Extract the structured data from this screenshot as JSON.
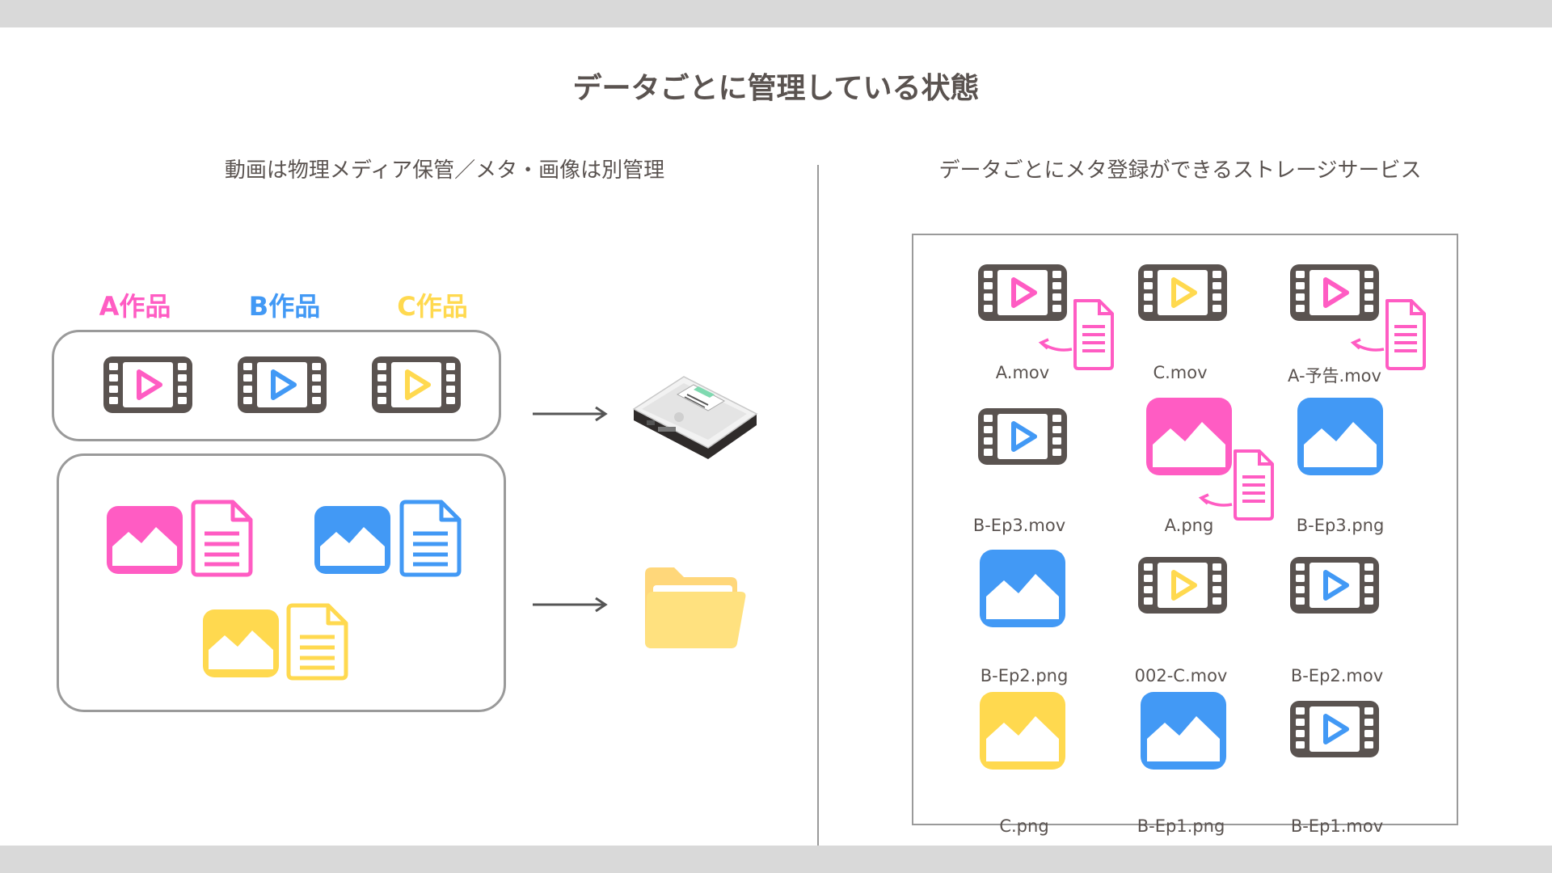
{
  "title": "データごとに管理している状態",
  "left": {
    "subtitle": "動画は物理メディア保管／メタ・画像は別管理",
    "works": [
      {
        "label": "A作品",
        "color": "#ff5cc3"
      },
      {
        "label": "B作品",
        "color": "#4299f5"
      },
      {
        "label": "C作品",
        "color": "#ffd94f"
      }
    ],
    "destinations": [
      {
        "icon": "hard-disk-icon"
      },
      {
        "icon": "folder-icon"
      }
    ]
  },
  "right": {
    "subtitle": "データごとにメタ登録ができるストレージサービス",
    "files": [
      {
        "name": "A.mov",
        "type": "video",
        "color": "#ff5cc3",
        "meta": true
      },
      {
        "name": "C.mov",
        "type": "video",
        "color": "#ffd94f",
        "meta": false
      },
      {
        "name": "A-予告.mov",
        "type": "video",
        "color": "#ff5cc3",
        "meta": true
      },
      {
        "name": "B-Ep3.mov",
        "type": "video",
        "color": "#4299f5",
        "meta": false
      },
      {
        "name": "A.png",
        "type": "image",
        "color": "#ff5cc3",
        "meta": true
      },
      {
        "name": "B-Ep3.png",
        "type": "image",
        "color": "#4299f5",
        "meta": false
      },
      {
        "name": "B-Ep2.png",
        "type": "image",
        "color": "#4299f5",
        "meta": false
      },
      {
        "name": "002-C.mov",
        "type": "video",
        "color": "#ffd94f",
        "meta": false
      },
      {
        "name": "B-Ep2.mov",
        "type": "video",
        "color": "#4299f5",
        "meta": false
      },
      {
        "name": "C.png",
        "type": "image",
        "color": "#ffd94f",
        "meta": false
      },
      {
        "name": "B-Ep1.png",
        "type": "image",
        "color": "#4299f5",
        "meta": false
      },
      {
        "name": "B-Ep1.mov",
        "type": "video",
        "color": "#4299f5",
        "meta": false
      }
    ]
  },
  "colors": {
    "pink": "#ff5cc3",
    "blue": "#4299f5",
    "yellow": "#ffd94f",
    "film": "#5a5350",
    "border": "#9a9a9a"
  }
}
